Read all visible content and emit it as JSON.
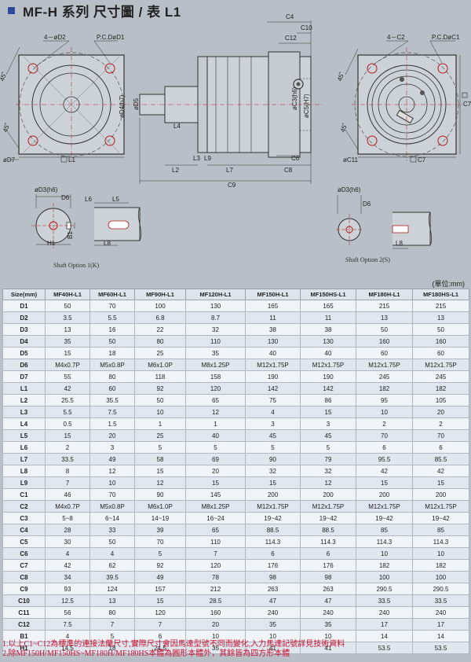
{
  "title": "MF-H 系列 尺寸圖 / 表 L1",
  "drawing": {
    "labels": {
      "f4d2": "4－øD2",
      "pcd_d1": "P.C.DøD1",
      "a45_l": "45˚",
      "a45_l2": "45˚",
      "d7": "øD7",
      "l1": "L1",
      "c4": "C4",
      "c10": "C10",
      "c12": "C12",
      "d4": "øD4(h7)",
      "d5": "øD5",
      "c3": "øC3(h6)",
      "c5": "øC5(H7)",
      "l4": "L4",
      "l2": "L2",
      "l3": "L3",
      "l9": "L9",
      "l7": "L7",
      "c8": "C8",
      "c6": "C6",
      "c9": "C9",
      "f4c2": "4－C2",
      "pcd_c1": "P.C.DøC1",
      "a45_r": "45˚",
      "a45_r2": "45˚",
      "c7": "C7",
      "c11": "øC11",
      "d3a": "øD3(h6)",
      "d6a": "D6",
      "l6": "L6",
      "l5": "L5",
      "h1": "H1",
      "b1": "B1",
      "l8a": "L8",
      "d3b": "øD3(h6)",
      "d6b": "D6",
      "l8b": "L8",
      "so1": "Shaft Option 1(K)",
      "so2": "Shaft Option 2(S)"
    }
  },
  "unit": "(單位:mm)",
  "table": {
    "headers": [
      "Size(mm)",
      "MF40H-L1",
      "MF60H-L1",
      "MF90H-L1",
      "MF120H-L1",
      "MF150H-L1",
      "MF150HS-L1",
      "MF180H-L1",
      "MF180HS-L1"
    ],
    "rows": [
      [
        "D1",
        "50",
        "70",
        "100",
        "130",
        "165",
        "165",
        "215",
        "215"
      ],
      [
        "D2",
        "3.5",
        "5.5",
        "6.8",
        "8.7",
        "11",
        "11",
        "13",
        "13"
      ],
      [
        "D3",
        "13",
        "16",
        "22",
        "32",
        "38",
        "38",
        "50",
        "50"
      ],
      [
        "D4",
        "35",
        "50",
        "80",
        "110",
        "130",
        "130",
        "160",
        "160"
      ],
      [
        "D5",
        "15",
        "18",
        "25",
        "35",
        "40",
        "40",
        "60",
        "60"
      ],
      [
        "D6",
        "M4x0.7P",
        "M5x0.8P",
        "M6x1.0P",
        "M8x1.25P",
        "M12x1.75P",
        "M12x1.75P",
        "M12x1.75P",
        "M12x1.75P"
      ],
      [
        "D7",
        "55",
        "80",
        "118",
        "158",
        "190",
        "190",
        "245",
        "245"
      ],
      [
        "L1",
        "42",
        "60",
        "92",
        "120",
        "142",
        "142",
        "182",
        "182"
      ],
      [
        "L2",
        "25.5",
        "35.5",
        "50",
        "65",
        "75",
        "86",
        "95",
        "105"
      ],
      [
        "L3",
        "5.5",
        "7.5",
        "10",
        "12",
        "4",
        "15",
        "10",
        "20"
      ],
      [
        "L4",
        "0.5",
        "1.5",
        "1",
        "1",
        "3",
        "3",
        "2",
        "2"
      ],
      [
        "L5",
        "15",
        "20",
        "25",
        "40",
        "45",
        "45",
        "70",
        "70"
      ],
      [
        "L6",
        "2",
        "3",
        "5",
        "5",
        "5",
        "5",
        "6",
        "6"
      ],
      [
        "L7",
        "33.5",
        "49",
        "58",
        "69",
        "90",
        "79",
        "95.5",
        "85.5"
      ],
      [
        "L8",
        "8",
        "12",
        "15",
        "20",
        "32",
        "32",
        "42",
        "42"
      ],
      [
        "L9",
        "7",
        "10",
        "12",
        "15",
        "15",
        "12",
        "15",
        "15"
      ],
      [
        "C1",
        "46",
        "70",
        "90",
        "145",
        "200",
        "200",
        "200",
        "200"
      ],
      [
        "C2",
        "M4x0.7P",
        "M5x0.8P",
        "M6x1.0P",
        "M8x1.25P",
        "M12x1.75P",
        "M12x1.75P",
        "M12x1.75P",
        "M12x1.75P"
      ],
      [
        "C3",
        "5~8",
        "6~14",
        "14~19",
        "16~24",
        "19~42",
        "19~42",
        "19~42",
        "19~42"
      ],
      [
        "C4",
        "28",
        "33",
        "39",
        "65",
        "88.5",
        "88.5",
        "85",
        "85"
      ],
      [
        "C5",
        "30",
        "50",
        "70",
        "110",
        "114.3",
        "114.3",
        "114.3",
        "114.3"
      ],
      [
        "C6",
        "4",
        "4",
        "5",
        "7",
        "6",
        "6",
        "10",
        "10"
      ],
      [
        "C7",
        "42",
        "62",
        "92",
        "120",
        "176",
        "176",
        "182",
        "182"
      ],
      [
        "C8",
        "34",
        "39.5",
        "49",
        "78",
        "98",
        "98",
        "100",
        "100"
      ],
      [
        "C9",
        "93",
        "124",
        "157",
        "212",
        "263",
        "263",
        "290.5",
        "290.5"
      ],
      [
        "C10",
        "12.5",
        "13",
        "15",
        "28.5",
        "47",
        "47",
        "33.5",
        "33.5"
      ],
      [
        "C11",
        "56",
        "80",
        "120",
        "160",
        "240",
        "240",
        "240",
        "240"
      ],
      [
        "C12",
        "7.5",
        "7",
        "7",
        "20",
        "35",
        "35",
        "17",
        "17"
      ],
      [
        "B1",
        "4",
        "5",
        "6",
        "10",
        "10",
        "10",
        "14",
        "14"
      ],
      [
        "H1",
        "14.5",
        "18",
        "24.5",
        "35",
        "41",
        "41",
        "53.5",
        "53.5"
      ]
    ]
  },
  "notes": [
    "1.以上C1~C12為標準的連接法蘭尺寸,實際尺寸會因馬達型號不同而變化,入力馬達記號詳見技術資料",
    "2.除MF150H/MF150HS~MF180H/MF180HS本體為圓形本體外，其餘皆為四方形本體"
  ]
}
